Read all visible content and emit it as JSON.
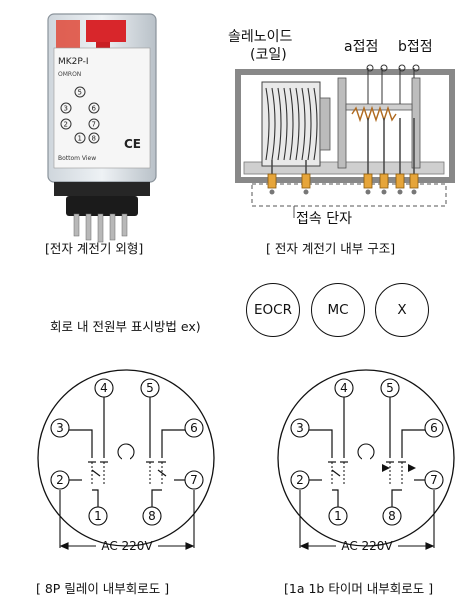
{
  "top": {
    "relay_photo": {
      "model": "MK2P-I",
      "brand": "OMRON",
      "bottom_text": "Bottom View"
    },
    "structure": {
      "solenoid_label": "솔레노이드",
      "coil_label": "(코일)",
      "a_contact_label": "a접점",
      "b_contact_label": "b접점",
      "terminal_label": "접속 단자"
    },
    "caption_left": "[전자 계전기 외형]",
    "caption_right": "[ 전자  계전기 내부 구조]"
  },
  "middle": {
    "text": "회로 내 전원부 표시방법 ex)",
    "symbols": [
      "EOCR",
      "MC",
      "X"
    ]
  },
  "bottom": {
    "left": {
      "pins": [
        "1",
        "2",
        "3",
        "4",
        "5",
        "6",
        "7",
        "8"
      ],
      "voltage": "AC 220V",
      "caption": "[ 8P 릴레이 내부회로도 ]"
    },
    "right": {
      "pins": [
        "1",
        "2",
        "3",
        "4",
        "5",
        "6",
        "7",
        "8"
      ],
      "voltage": "AC 220V",
      "caption": "[1a 1b 타이머 내부회로도 ]"
    }
  }
}
